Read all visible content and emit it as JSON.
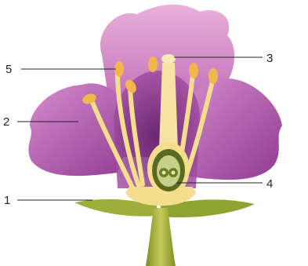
{
  "labels": [
    {
      "id": "label-1",
      "text": "1"
    },
    {
      "id": "label-2",
      "text": "2"
    },
    {
      "id": "label-3",
      "text": "3"
    },
    {
      "id": "label-4",
      "text": "4"
    },
    {
      "id": "label-5",
      "text": "5"
    }
  ],
  "colors": {
    "petal_light": "#e9a6d6",
    "petal_mid": "#c76fc0",
    "petal_dark": "#9d3f9c",
    "inner_purple": "#7f2e84",
    "stamen_yellow": "#f5dd8e",
    "anther_orange": "#f0b84a",
    "sepal_green": "#9dae3a",
    "stem_green": "#8e9c2a",
    "ovary_green": "#5a6a1e",
    "line": "#222222"
  }
}
